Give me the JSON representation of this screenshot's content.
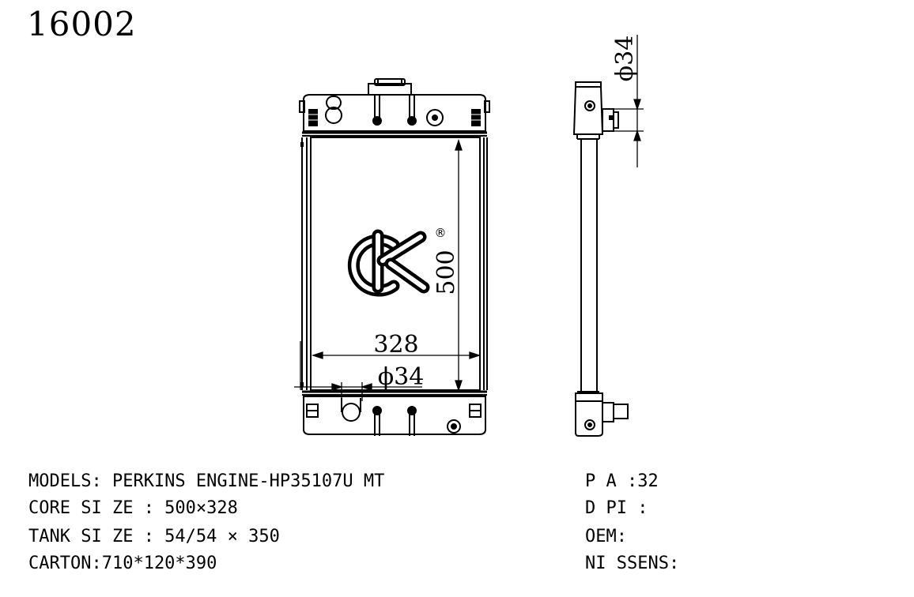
{
  "part_number": "16002",
  "dimensions": {
    "width_label": "328",
    "height_label": "500",
    "inlet_front_label": "ϕ34",
    "inlet_side_label": "ϕ34"
  },
  "logo": {
    "text": "CK",
    "registered_mark": "®"
  },
  "specs_left": [
    "MODELS: PERKINS ENGINE-HP35107U MT",
    "CORE SI ZE : 500×328",
    "TANK SI ZE : 54/54 × 350",
    "CARTON:710*120*390"
  ],
  "specs_right": [
    "P A :32",
    "D PI :",
    "OEM:",
    "NI SSENS:"
  ]
}
